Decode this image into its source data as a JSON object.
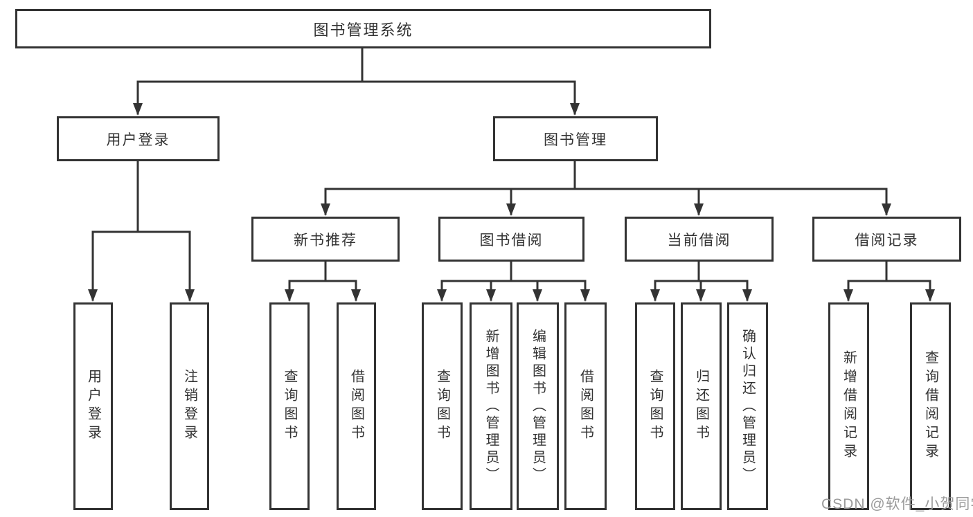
{
  "diagram": {
    "colors": {
      "line": "#333333",
      "text": "#333333",
      "watermark": "#9b9b9b",
      "background": "#ffffff"
    },
    "root": {
      "label": "图书管理系统"
    },
    "branches": [
      {
        "label": "用户登录",
        "children": [
          {
            "label": "用户登录"
          },
          {
            "label": "注销登录"
          }
        ]
      },
      {
        "label": "图书管理",
        "children": [
          {
            "label": "新书推荐",
            "children": [
              {
                "label": "查询图书"
              },
              {
                "label": "借阅图书"
              }
            ]
          },
          {
            "label": "图书借阅",
            "children": [
              {
                "label": "查询图书"
              },
              {
                "label": "新增图书（管理员）"
              },
              {
                "label": "编辑图书（管理员）"
              },
              {
                "label": "借阅图书"
              }
            ]
          },
          {
            "label": "当前借阅",
            "children": [
              {
                "label": "查询图书"
              },
              {
                "label": "归还图书"
              },
              {
                "label": "确认归还（管理员）"
              }
            ]
          },
          {
            "label": "借阅记录",
            "children": [
              {
                "label": "新增借阅记录"
              },
              {
                "label": "查询借阅记录"
              }
            ]
          }
        ]
      }
    ],
    "watermark": "CSDN @软件_小贺同学"
  }
}
